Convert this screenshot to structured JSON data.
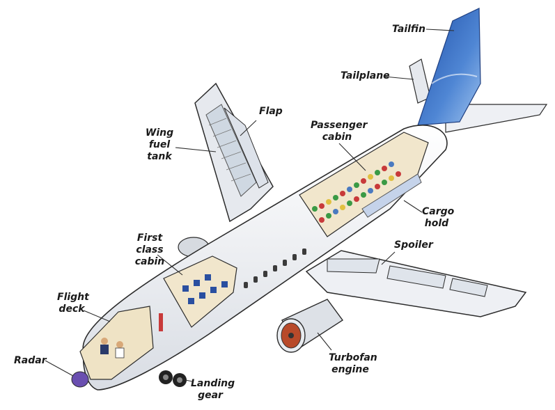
{
  "labels": {
    "tailfin": "Tailfin",
    "tailplane": "Tailplane",
    "flap": "Flap",
    "wing_fuel_tank": "Wing\nfuel\ntank",
    "passenger_cabin": "Passenger\ncabin",
    "cargo_hold": "Cargo\nhold",
    "spoiler": "Spoiler",
    "first_class_cabin": "First class\ncabin",
    "flight_deck": "Flight\ndeck",
    "radar": "Radar",
    "landing_gear": "Landing\ngear",
    "turbofan_engine": "Turbofan\nengine"
  },
  "colors": {
    "fuselage": "#eef0f4",
    "outline": "#2b2b2b",
    "tail": "#3a6fc0",
    "cabin_interior": "#f1e6cc",
    "radar": "#6a4fb0"
  }
}
